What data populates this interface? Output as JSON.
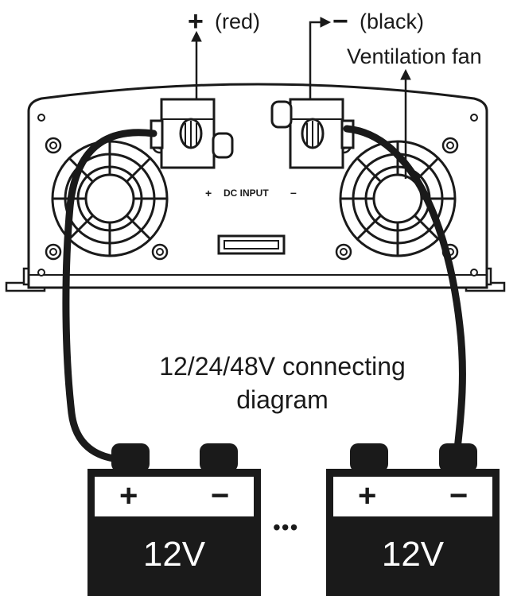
{
  "labels": {
    "positive_sign": "+",
    "positive_text": "(red)",
    "negative_sign": "−",
    "negative_text": "(black)",
    "fan_label": "Ventilation fan",
    "dc_input_plus": "+",
    "dc_input": "DC INPUT",
    "dc_input_minus": "–"
  },
  "caption": {
    "line1": "12/24/48V connecting",
    "line2": "diagram"
  },
  "batteries": [
    {
      "plus": "+",
      "minus": "−",
      "voltage": "12V"
    },
    {
      "plus": "+",
      "minus": "−",
      "voltage": "12V"
    }
  ],
  "ellipsis": "•••",
  "colors": {
    "ink": "#1a1a1a",
    "background": "#ffffff"
  }
}
